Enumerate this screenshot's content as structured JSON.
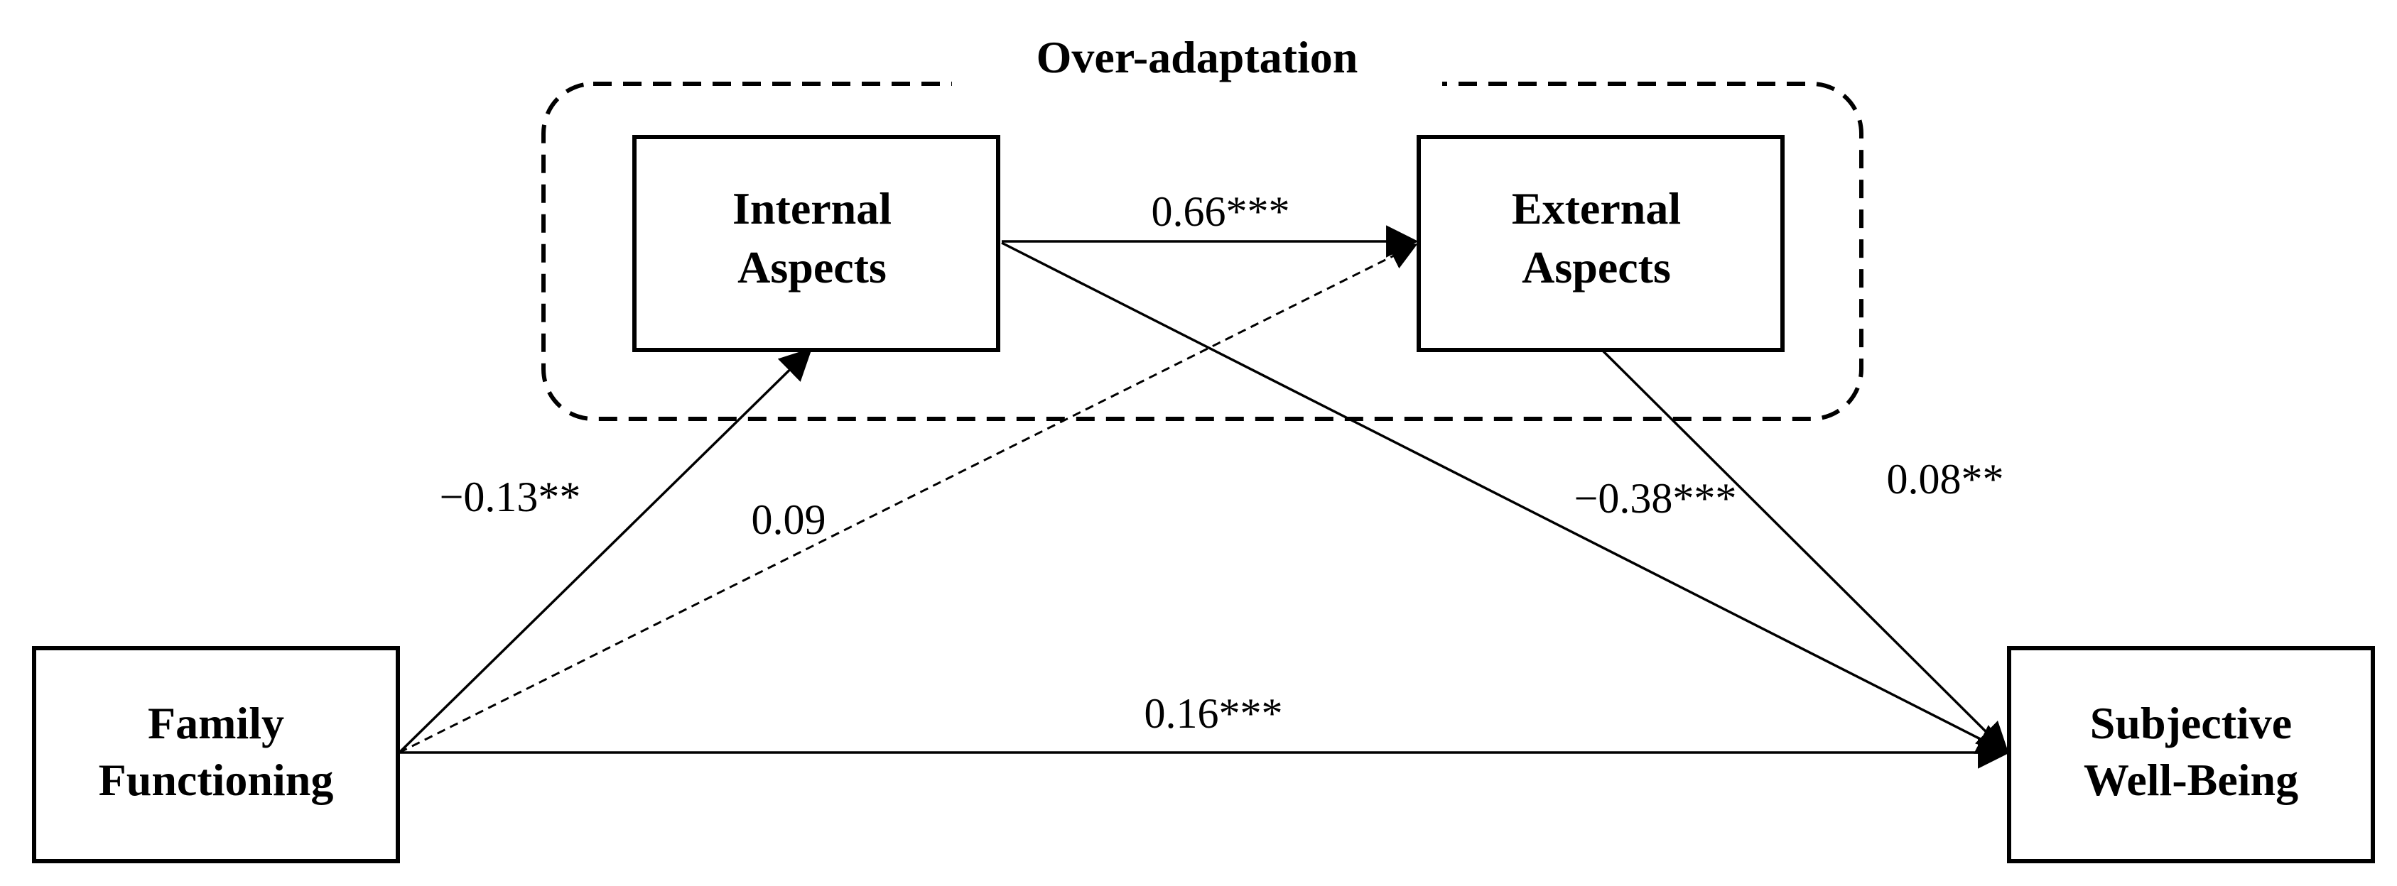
{
  "group": {
    "title": "Over-adaptation"
  },
  "nodes": {
    "internal": {
      "line1": "Internal",
      "line2": "Aspects"
    },
    "external": {
      "line1": "External",
      "line2": "Aspects"
    },
    "family": {
      "line1": "Family",
      "line2": "Functioning"
    },
    "wellbeing": {
      "line1": "Subjective",
      "line2": "Well-Being"
    }
  },
  "paths": {
    "family_to_internal": {
      "coefficient": "−0.13**",
      "style": "solid"
    },
    "family_to_external": {
      "coefficient": "0.09",
      "style": "dashed"
    },
    "internal_to_external": {
      "coefficient": "0.66***",
      "style": "solid"
    },
    "internal_to_wellbeing": {
      "coefficient": "−0.38***",
      "style": "solid"
    },
    "external_to_wellbeing": {
      "coefficient": "0.08**",
      "style": "solid"
    },
    "family_to_wellbeing": {
      "coefficient": "0.16***",
      "style": "solid"
    }
  },
  "colors": {
    "stroke": "#000000",
    "background": "#ffffff"
  }
}
